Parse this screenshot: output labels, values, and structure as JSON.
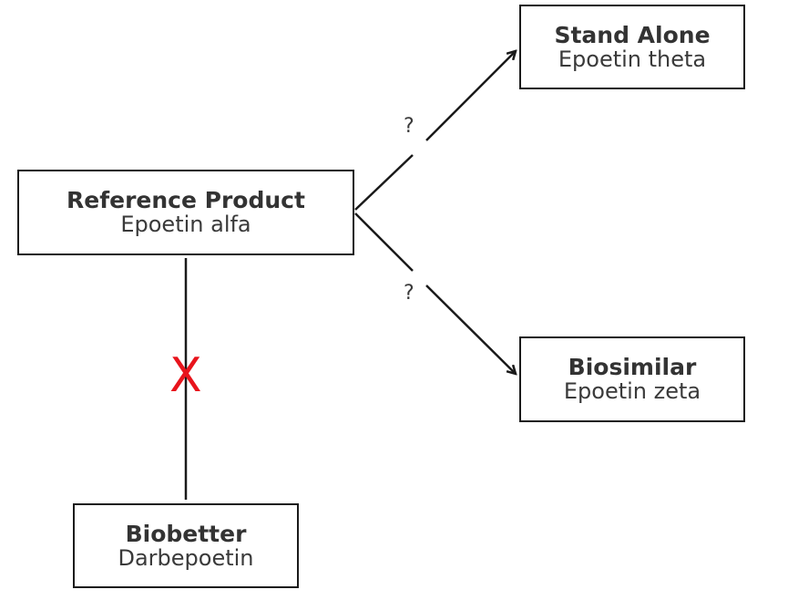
{
  "diagram": {
    "nodes": {
      "reference": {
        "title": "Reference Product",
        "subtitle": "Epoetin alfa"
      },
      "standalone": {
        "title": "Stand Alone",
        "subtitle": "Epoetin theta"
      },
      "biosimilar": {
        "title": "Biosimilar",
        "subtitle": "Epoetin zeta"
      },
      "biobetter": {
        "title": "Biobetter",
        "subtitle": "Darbepoetin"
      }
    },
    "edges": [
      {
        "from": "reference",
        "to": "standalone",
        "label": "?",
        "arrow": true
      },
      {
        "from": "reference",
        "to": "biosimilar",
        "label": "?",
        "arrow": true
      },
      {
        "from": "reference",
        "to": "biobetter",
        "label": "X",
        "arrow": false,
        "blocked": true
      }
    ],
    "colors": {
      "line": "#1a1a1a",
      "text": "#333333",
      "blocked_mark": "#e8141c"
    }
  }
}
